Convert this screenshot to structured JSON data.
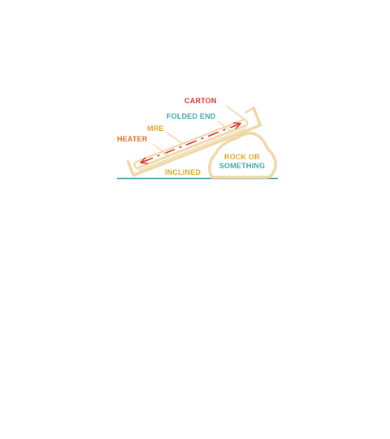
{
  "labels": {
    "carton": "CARTON",
    "folded_end": "FOLDED END",
    "mre": "MRE",
    "heater": "HEATER",
    "rock_line1": "ROCK OR",
    "rock_line2": "SOMETHING",
    "inclined": "INCLINED"
  },
  "colors": {
    "carton": "#d63a2f",
    "folded_end": "#3fa7b5",
    "mre": "#e2a52b",
    "heater": "#e0732a",
    "rock": "#e2a52b",
    "inclined": "#e2a52b",
    "outline": "#f0d7a8",
    "ground": "#3e9fa6",
    "arrow": "#d63a2f"
  }
}
